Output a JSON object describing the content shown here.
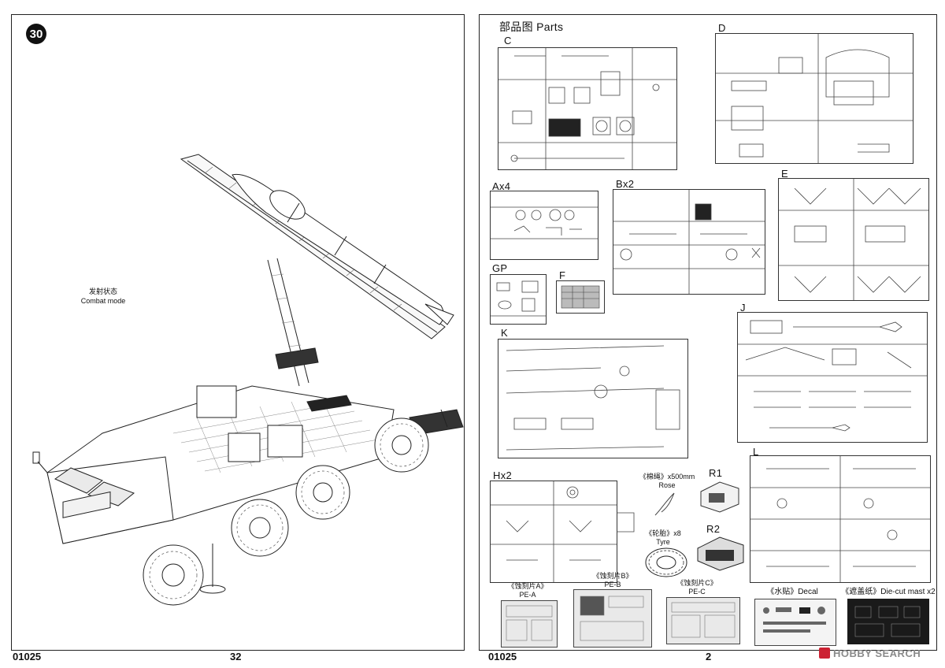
{
  "left_page": {
    "step_number": "30",
    "mode_label_cn": "发射状态",
    "mode_label_en": "Combat mode",
    "product_code": "01025",
    "page_number": "32"
  },
  "right_page": {
    "title": "部品图 Parts",
    "product_code": "01025",
    "page_number": "2",
    "sprues": {
      "C": "C",
      "D": "D",
      "A": "Ax4",
      "B": "Bx2",
      "E": "E",
      "GP": "GP",
      "F": "F",
      "J": "J",
      "K": "K",
      "L": "L",
      "H": "Hx2",
      "R1": "R1",
      "R2": "R2"
    },
    "rose_label_cn": "《棉绳》",
    "rose_qty": "x500mm",
    "rose_label_en": "Rose",
    "tyre_label_cn": "《轮胎》",
    "tyre_qty": "x8",
    "tyre_label_en": "Tyre",
    "pe_a_cn": "《蚀刻片A》",
    "pe_a": "PE-A",
    "pe_b_cn": "《蚀刻片B》",
    "pe_b": "PE-B",
    "pe_c_cn": "《蚀刻片C》",
    "pe_c": "PE-C",
    "decal_cn": "《水贴》",
    "decal": "Decal",
    "mast_cn": "《遮盖纸》",
    "mast": "Die-cut mast",
    "mast_qty": "x2"
  },
  "watermark": "HOBBY SEARCH"
}
